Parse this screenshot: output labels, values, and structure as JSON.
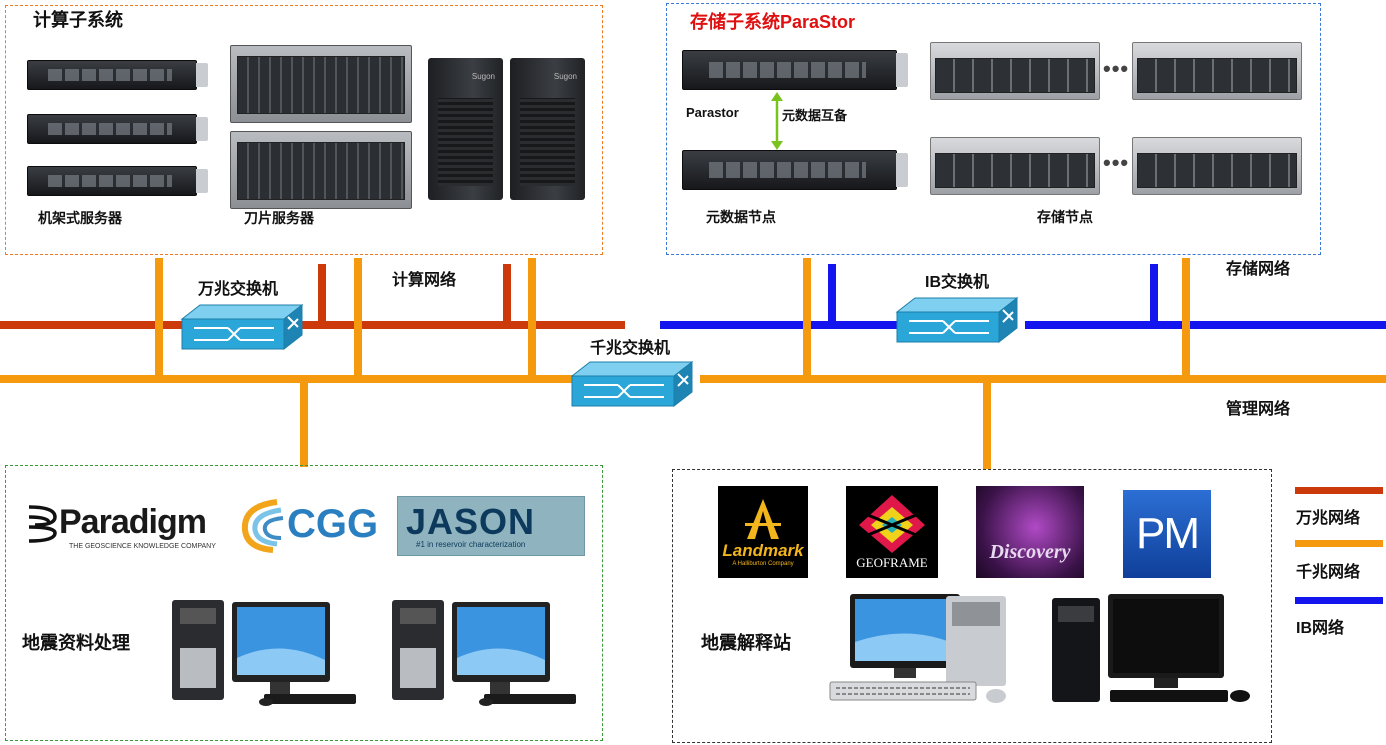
{
  "compute": {
    "title": "计算子系统",
    "rack_label": "机架式服务器",
    "blade_label": "刀片服务器",
    "tower_brand": "Sugon"
  },
  "storage": {
    "title": "存储子系统ParaStor",
    "parastor_label": "Parastor",
    "backup_label": "元数据互备",
    "meta_label": "元数据节点",
    "node_label": "存储节点",
    "ellipsis": "•••"
  },
  "network": {
    "switch_10g": "万兆交换机",
    "compute_net": "计算网络",
    "switch_ib": "IB交换机",
    "storage_net": "存储网络",
    "switch_1g": "千兆交换机",
    "mgmt_net": "管理网络"
  },
  "processing": {
    "title": "地震资料处理",
    "logos": {
      "paradigm": "Paradigm",
      "paradigm_sub": "THE GEOSCIENCE KNOWLEDGE COMPANY",
      "cgg": "CGG",
      "jason": "JASON",
      "jason_sub": "#1 in reservoir characterization"
    }
  },
  "interpretation": {
    "title": "地震解释站",
    "logos": {
      "landmark": "Landmark",
      "landmark_sub": "A Halliburton Company",
      "geoframe": "GEOFRAME",
      "discovery": "Discovery",
      "pm": "PM"
    }
  },
  "legend": [
    {
      "label": "万兆网络",
      "color": "#cc3a0c"
    },
    {
      "label": "千兆网络",
      "color": "#f59a0f"
    },
    {
      "label": "IB网络",
      "color": "#1414ee"
    }
  ],
  "colors": {
    "compute_border": "#f07a22",
    "storage_border": "#3a7ad6",
    "processing_border": "#3a9a3a",
    "interp_border": "#333333",
    "storage_title": "#e01010",
    "switch": "#2aa6d8"
  }
}
